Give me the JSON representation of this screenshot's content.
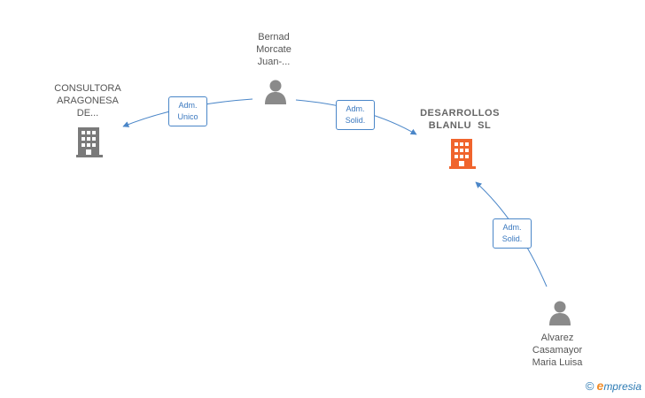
{
  "nodes": {
    "consultora": {
      "lines": [
        "CONSULTORA",
        "ARAGONESA",
        "DE..."
      ],
      "type": "company"
    },
    "bernad": {
      "lines": [
        "Bernad",
        "Morcate",
        "Juan-..."
      ],
      "type": "person"
    },
    "desarrollos": {
      "lines": [
        "DESARROLLOS",
        "BLANLU  SL"
      ],
      "type": "company-main"
    },
    "alvarez": {
      "lines": [
        "Alvarez",
        "Casamayor",
        "Maria Luisa"
      ],
      "type": "person"
    }
  },
  "edges": {
    "bernad_consultora": {
      "lines": [
        "Adm.",
        "Unico"
      ]
    },
    "bernad_desarrollos": {
      "lines": [
        "Adm.",
        "Solid."
      ]
    },
    "alvarez_desarrollos": {
      "lines": [
        "Adm.",
        "Solid."
      ]
    }
  },
  "colors": {
    "edge": "#4a86c8",
    "person": "#8a8a8a",
    "company": "#7a7a7a",
    "main_company": "#f0642d"
  },
  "brand": {
    "copyright": "©",
    "initial": "e",
    "rest": "mpresia"
  }
}
